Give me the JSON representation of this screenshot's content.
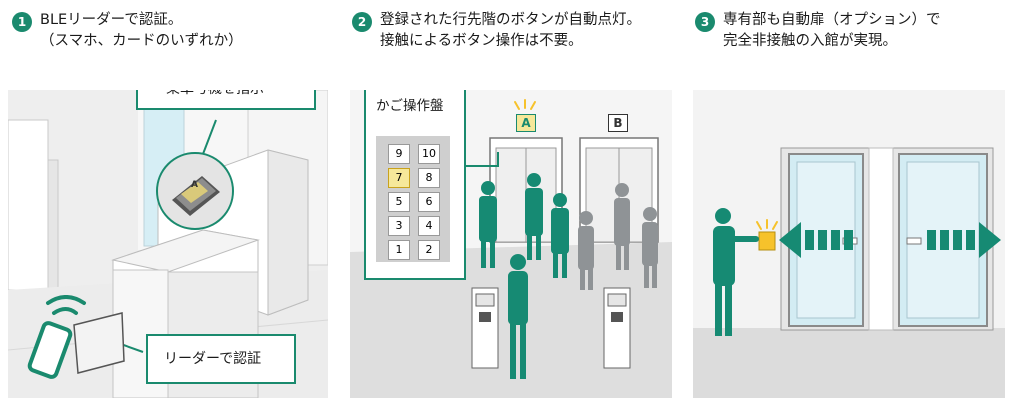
{
  "colors": {
    "accent_green": "#1a8a6e",
    "figure_green": "#168a73",
    "figure_gray": "#8f9396",
    "highlight_yellow": "#f6c22b",
    "panel_bg": "#ececec",
    "floor_bg": "#d9d9d9",
    "glass_blue": "#d3ecf3"
  },
  "steps": [
    {
      "number": "1",
      "line1": "BLEリーダーで認証。",
      "line2": "（スマホ、カードのいずれか）"
    },
    {
      "number": "2",
      "line1": "登録された行先階のボタンが自動点灯。",
      "line2": "接触によるボタン操作は不要。"
    },
    {
      "number": "3",
      "line1": "専有部も自動扉（オプション）で",
      "line2": "完全非接触の入館が実現。"
    }
  ],
  "panel1": {
    "callout_top": "乗車号機を指示",
    "callout_bottom": "リーダーで認証",
    "screen_letter": "A"
  },
  "panel2": {
    "car_panel_title": "かご操作盤",
    "buttons": [
      "9",
      "10",
      "7",
      "8",
      "5",
      "6",
      "3",
      "4",
      "1",
      "2"
    ],
    "lit_button": "7",
    "elevator_a": "A",
    "elevator_b": "B"
  },
  "icons": [
    "smartphone-icon",
    "ble-wave-icon",
    "card-icon",
    "sparkle-icon",
    "arrow-left-icon",
    "arrow-right-icon"
  ]
}
